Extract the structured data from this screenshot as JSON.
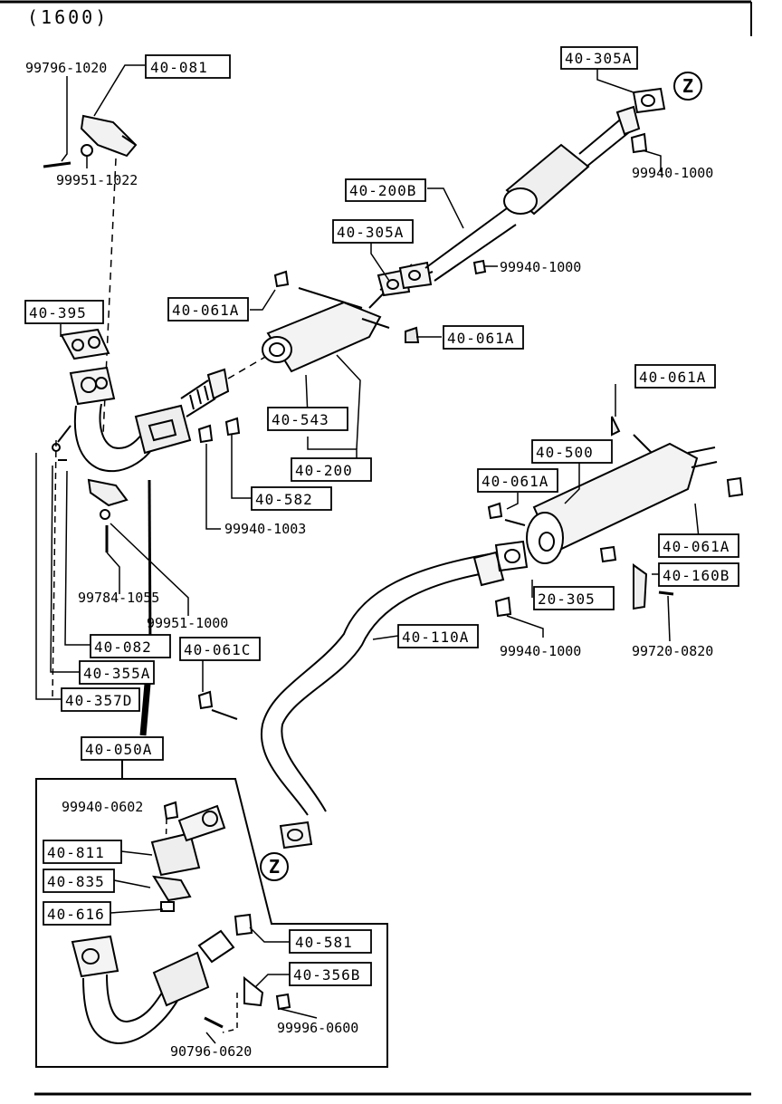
{
  "title": "(1600)",
  "callouts": {
    "c1": "40-081",
    "c2": "40-305A",
    "c3": "40-200B",
    "c4": "40-305A",
    "c5": "40-061A",
    "c6": "40-395",
    "c7": "40-061A",
    "c8": "40-543",
    "c9": "40-200",
    "c10": "40-582",
    "c11": "40-061A",
    "c12": "40-500",
    "c13": "40-061A",
    "c14": "40-061A",
    "c15": "40-160B",
    "c16": "20-305",
    "c17": "40-110A",
    "c18": "40-082",
    "c19": "40-061C",
    "c20": "40-355A",
    "c21": "40-357D",
    "c22": "40-050A",
    "c23": "40-811",
    "c24": "40-835",
    "c25": "40-616",
    "c26": "40-581",
    "c27": "40-356B"
  },
  "parts": {
    "p1": "99796-1020",
    "p2": "99951-1022",
    "p3": "99940-1000",
    "p4": "99940-1000",
    "p5": "99940-1003",
    "p6": "99784-1055",
    "p7": "99951-1000",
    "p8": "99940-1000",
    "p9": "99720-0820",
    "p10": "99940-0602",
    "p11": "99996-0600",
    "p12": "90796-0620"
  },
  "markers": {
    "z1": "Z",
    "z2": "Z"
  }
}
